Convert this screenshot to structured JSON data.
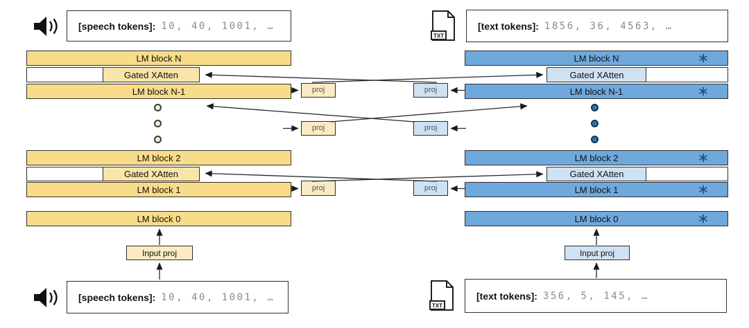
{
  "left": {
    "tokens_top": {
      "prefix": "[speech tokens]:",
      "numbers": "10, 40, 1001, …"
    },
    "tokens_bottom": {
      "prefix": "[speech tokens]:",
      "numbers": "10, 40, 1001, …"
    },
    "blocks": {
      "lm_n": "LM block N",
      "xatten_top": "Gated XAtten",
      "lm_n1": "LM block N-1",
      "lm_2": "LM block 2",
      "xatten_mid": "Gated XAtten",
      "lm_1": "LM block 1",
      "lm_0": "LM block 0",
      "input_proj": "Input proj"
    },
    "proj": {
      "top": "proj",
      "mid": "proj",
      "bottom": "proj"
    },
    "modality_icon": "speaker-icon"
  },
  "right": {
    "file_badge": "TXT",
    "tokens_top": {
      "prefix": "[text tokens]:",
      "numbers": "1856, 36, 4563, …"
    },
    "tokens_bottom": {
      "prefix": "[text tokens]:",
      "numbers": "356, 5, 145, …"
    },
    "blocks": {
      "lm_n": "LM block N",
      "xatten_top": "Gated XAtten",
      "lm_n1": "LM block N-1",
      "lm_2": "LM block 2",
      "xatten_mid": "Gated XAtten",
      "lm_1": "LM block 1",
      "lm_0": "LM block 0",
      "input_proj": "Input proj"
    },
    "proj": {
      "top": "proj",
      "mid": "proj",
      "bottom": "proj"
    },
    "modality_icon": "txt-file-icon",
    "frozen_icon": "snowflake-icon"
  },
  "colors": {
    "speech_tower": "#F8DC8A",
    "speech_xatten": "#FAE5A8",
    "speech_proj": "#FBEBC2",
    "text_tower": "#6FA8DC",
    "text_light": "#CFE2F3",
    "frozen_icon": "#1F4E79"
  }
}
